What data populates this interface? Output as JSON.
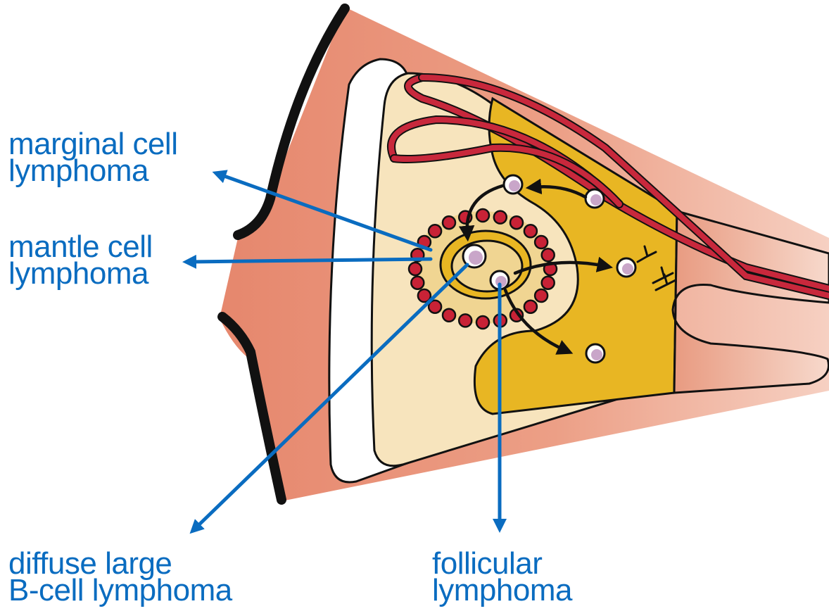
{
  "colors": {
    "label_blue": "#0a6cc0",
    "tissue_pink": "#e8937a",
    "tissue_light": "#f1b49e",
    "inner_cream": "#f7e4bd",
    "paracortex_gold": "#e8b623",
    "follicle_cream": "#f0d592",
    "vessel_red": "#c8283c",
    "cell_lilac": "#c9a6c9",
    "mantle_cell_red": "#c82236",
    "outline_black": "#111111"
  },
  "labels": {
    "marginal": [
      "marginal cell",
      "lymphoma"
    ],
    "mantle": [
      "mantle cell",
      "lymphoma"
    ],
    "diffuse": [
      "diffuse large",
      "B-cell lymphoma"
    ],
    "follicular": [
      "follicular",
      "lymphoma"
    ]
  },
  "icons": {
    "antibody": "Y-shaped antibody glyph",
    "arrow": "blue arrowhead"
  }
}
